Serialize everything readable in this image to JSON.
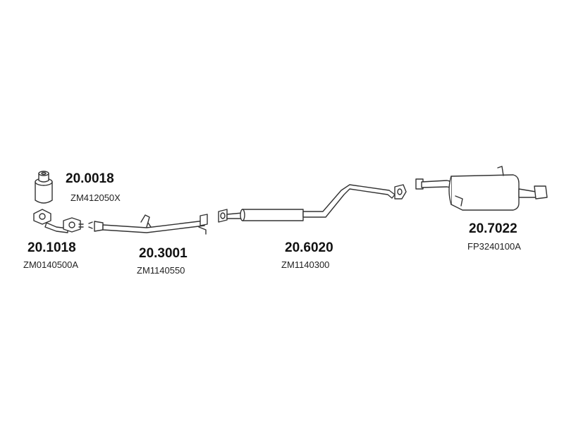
{
  "parts": [
    {
      "id": "catalyst",
      "code": "20.0018",
      "ref": "ZM412050X"
    },
    {
      "id": "front-pipe",
      "code": "20.1018",
      "ref": "ZM0140500A"
    },
    {
      "id": "intermediate-pipe",
      "code": "20.3001",
      "ref": "ZM1140550"
    },
    {
      "id": "center-silencer",
      "code": "20.6020",
      "ref": "ZM1140300"
    },
    {
      "id": "rear-silencer",
      "code": "20.7022",
      "ref": "FP3240100A"
    }
  ],
  "colors": {
    "line": "#333333",
    "fill": "#ffffff",
    "shade": "#cfcfcf"
  }
}
